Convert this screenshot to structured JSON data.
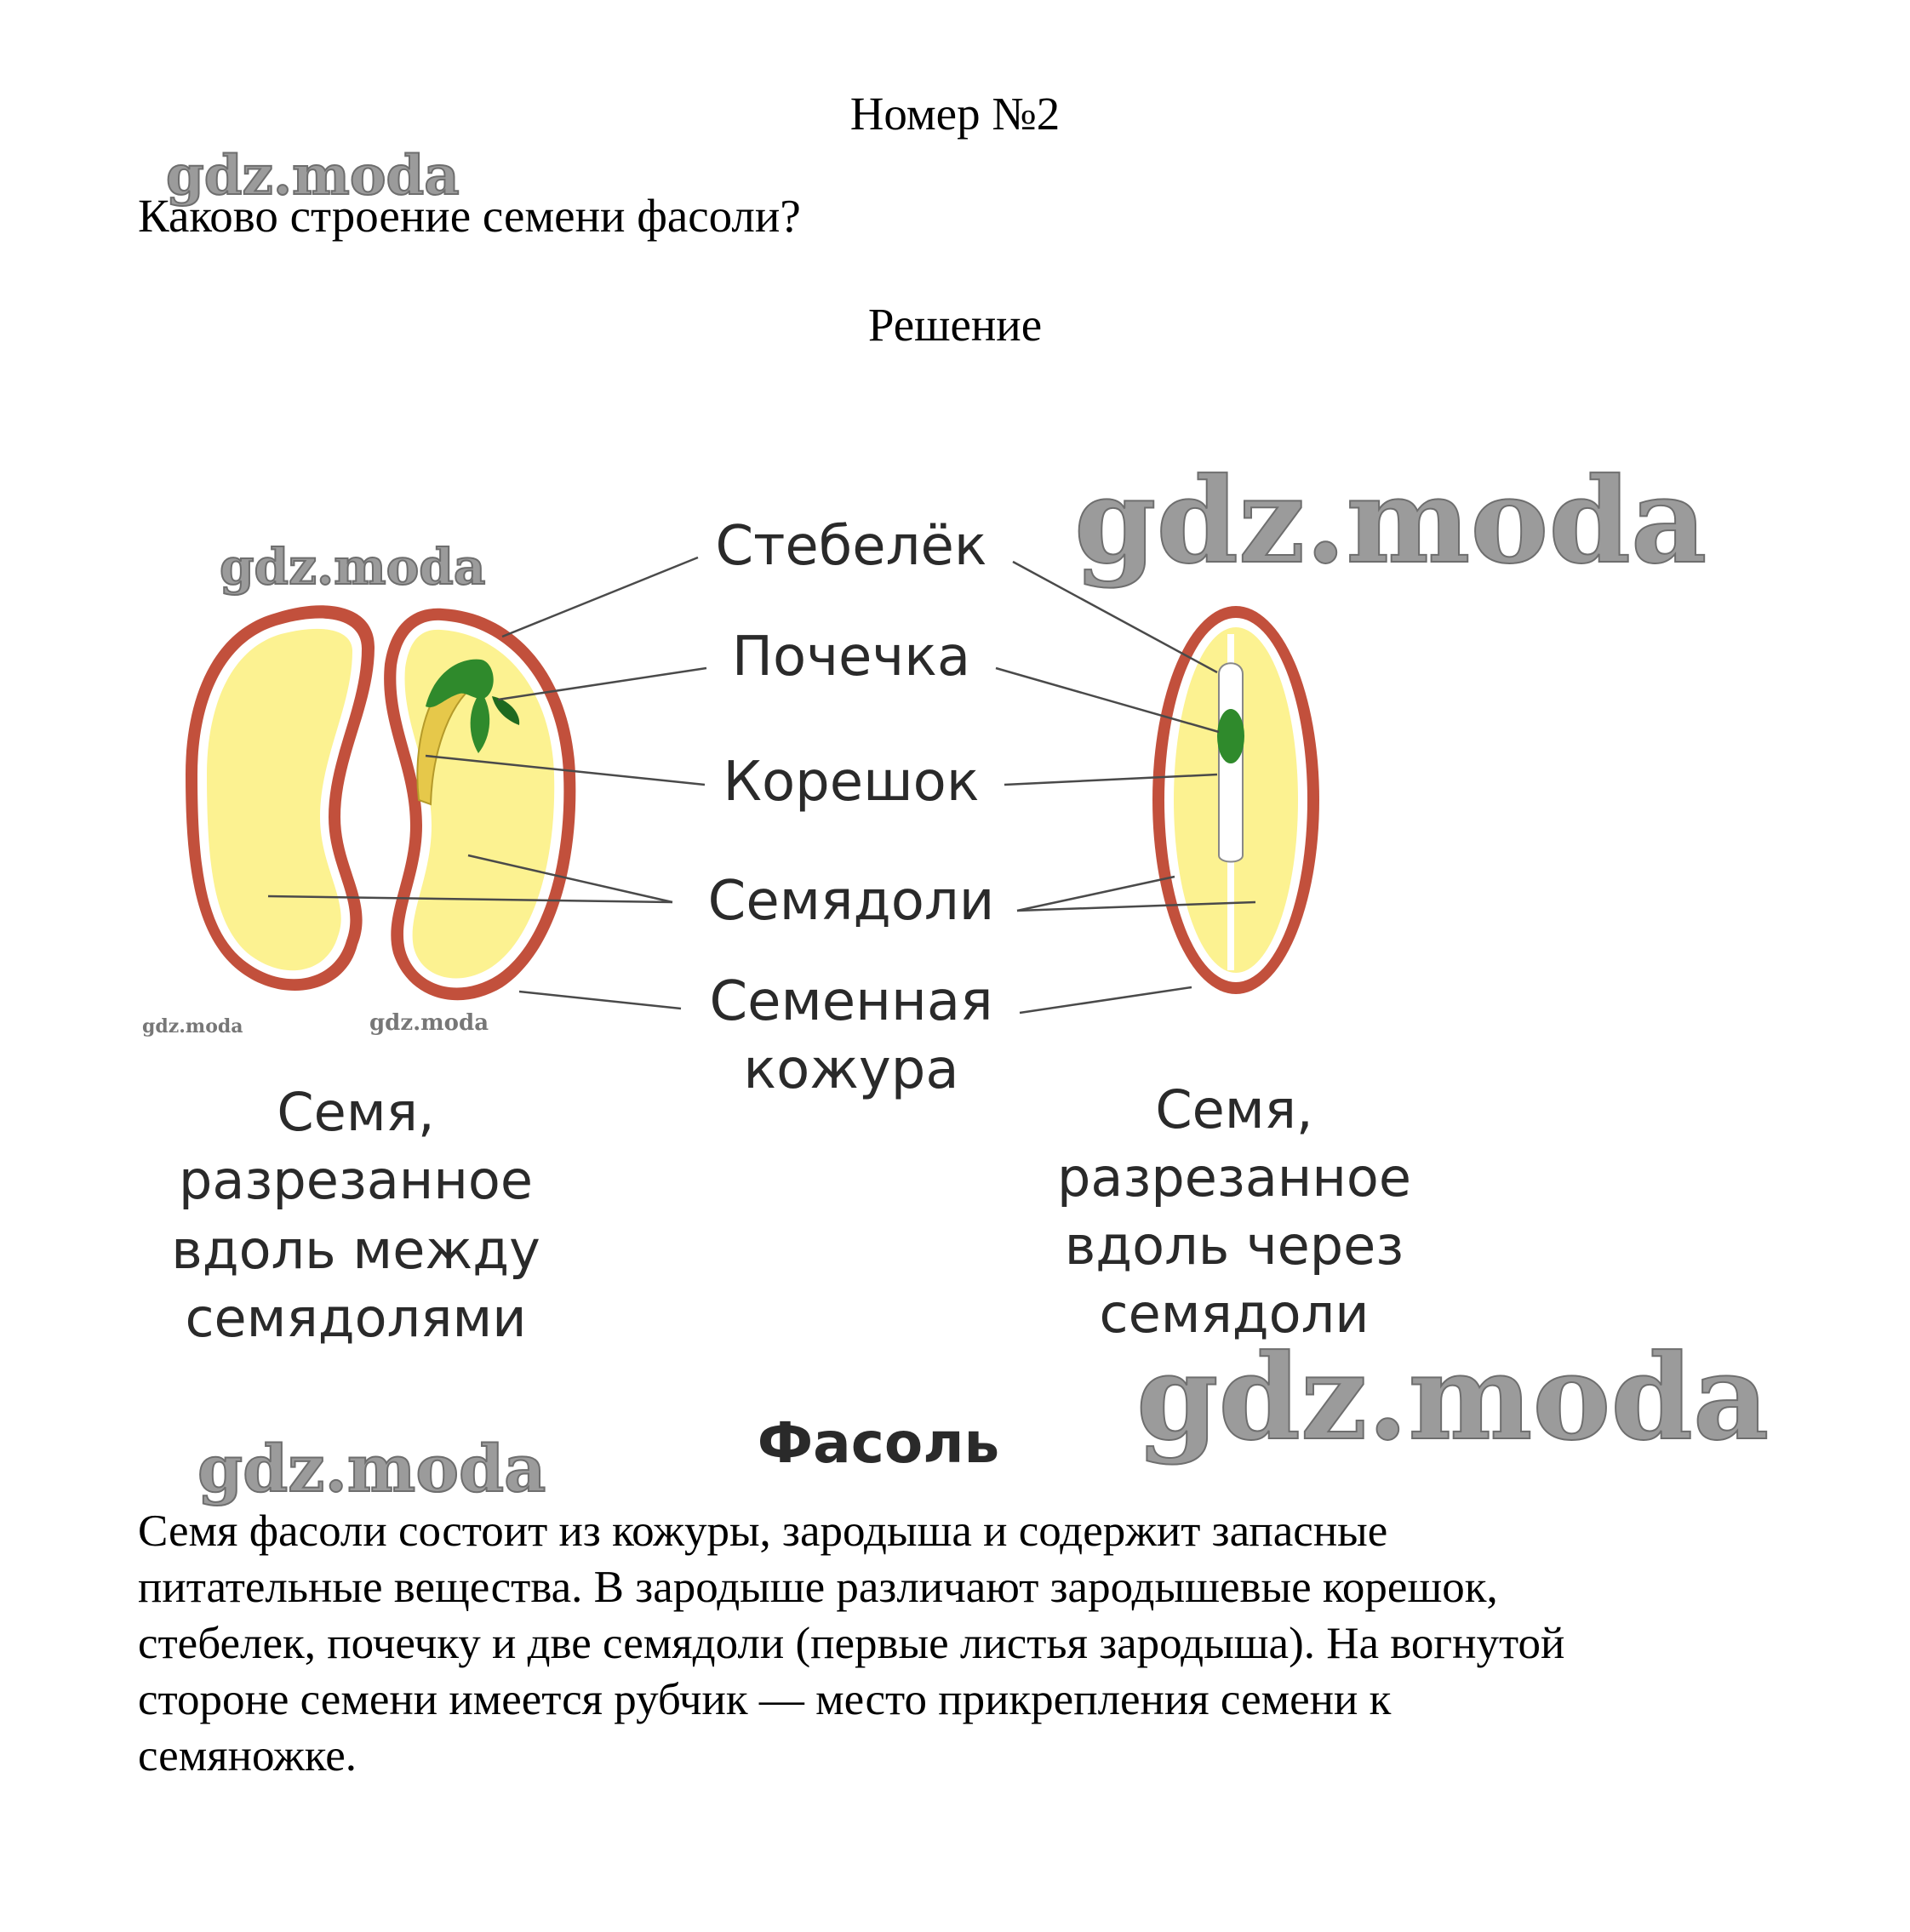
{
  "header": {
    "title": "Номер №2"
  },
  "question": "Каково строение семени фасоли?",
  "solution_label": "Решение",
  "figure": {
    "labels": {
      "stem": "Стебелёк",
      "bud": "Почечка",
      "root": "Корешок",
      "cotyledons": "Семядоли",
      "coat_line1": "Семенная",
      "coat_line2": "кожура"
    },
    "left_caption": [
      "Семя,",
      "разрезанное",
      "вдоль между",
      "семядолями"
    ],
    "right_caption": [
      "Семя,",
      "разрезанное",
      "вдоль через",
      "семядоли"
    ],
    "title": "Фасоль",
    "colors": {
      "coat": "#c2503c",
      "cotyledon": "#fcf291",
      "embryo": "#2f8a2c",
      "bud_dark": "#1f6a1f"
    }
  },
  "watermark": "gdz.moda",
  "answer_lines": [
    "Семя фасоли состоит из кожуры, зародыша и содержит запасные",
    "питательные вещества. В зародыше различают зародышевые корешок,",
    "стебелек, почечку и две семядоли (первые листья зародыша). На вогнутой",
    "стороне семени имеется рубчик — место прикрепления семени к",
    "семяножке."
  ]
}
